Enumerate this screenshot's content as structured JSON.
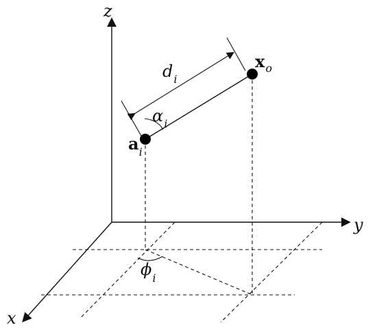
{
  "diagram": {
    "axes": {
      "x_label": "x",
      "y_label": "y",
      "z_label": "z"
    },
    "points": {
      "anchor": {
        "label_main": "a",
        "label_sub": "i"
      },
      "target": {
        "label_main": "x",
        "label_sub": "o"
      }
    },
    "measurements": {
      "distance": {
        "label_main": "d",
        "label_sub": "i"
      },
      "elevation_angle": {
        "label_main": "α",
        "label_sub": "i"
      },
      "azimuth_angle": {
        "label_main": "ϕ",
        "label_sub": "i"
      }
    }
  },
  "colors": {
    "line": "#111111",
    "point": "#000000",
    "background": "#ffffff"
  }
}
